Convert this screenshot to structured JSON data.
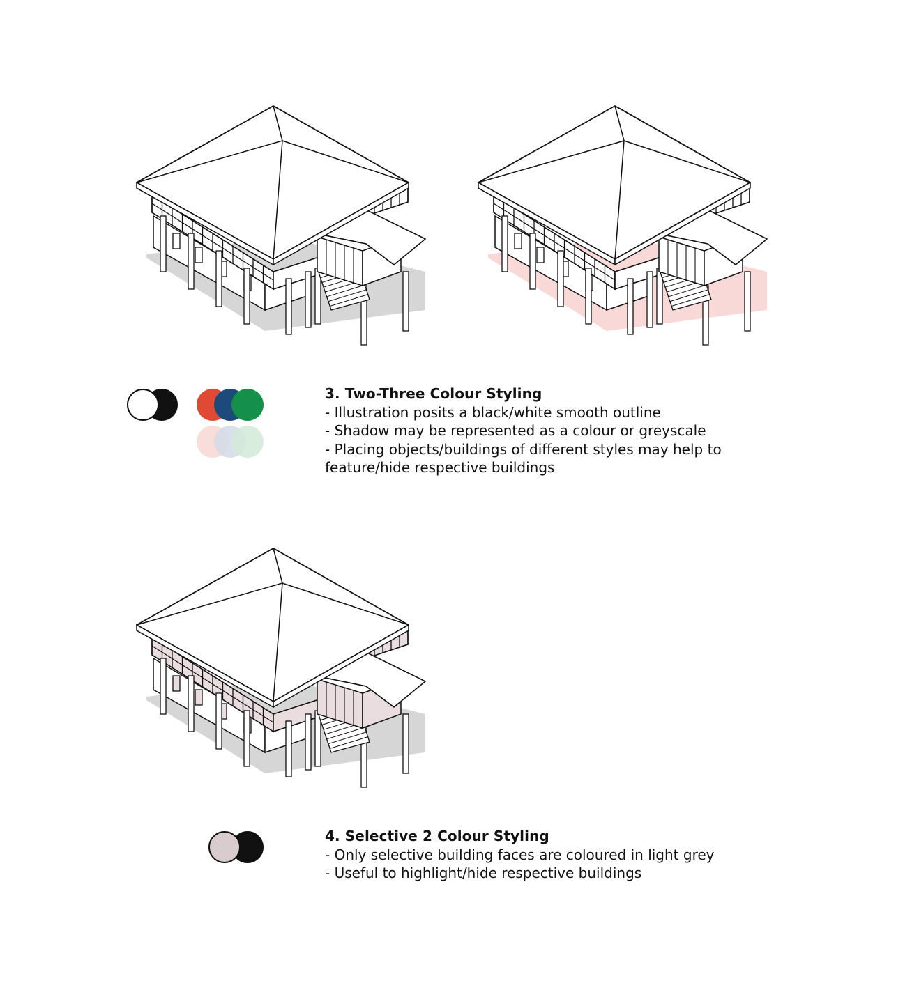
{
  "section_3": {
    "heading": "3. Two-Three Colour Styling",
    "bullets": [
      "Illustration posits a black/white smooth outline",
      "Shadow may be represented as a colour or greyscale",
      "Placing objects/buildings of different styles may help to feature/hide respective buildings"
    ],
    "swatch_colors": [
      "#ffffff",
      "#111111",
      "#e04a35",
      "#1d4a7a",
      "#14904a"
    ],
    "swatch_tints": [
      "#f7d7d4",
      "#d3dbe6",
      "#d2ead9"
    ]
  },
  "section_4": {
    "heading": "4. Selective 2 Colour Styling",
    "bullets": [
      "Only selective building faces are coloured in light grey",
      "Useful to highlight/hide respective buildings"
    ],
    "swatch_colors": [
      "#d8cccf",
      "#111111"
    ]
  },
  "illustrations": [
    {
      "name": "grey-shadow-house",
      "shadow_color": "#d6d6d6",
      "face_color": "#ffffff"
    },
    {
      "name": "pink-shadow-house",
      "shadow_color": "#f8d9d7",
      "face_color": "#ffffff"
    },
    {
      "name": "selective-grey-house",
      "shadow_color": "#d6d6d6",
      "face_color": "#e9dde0"
    }
  ]
}
